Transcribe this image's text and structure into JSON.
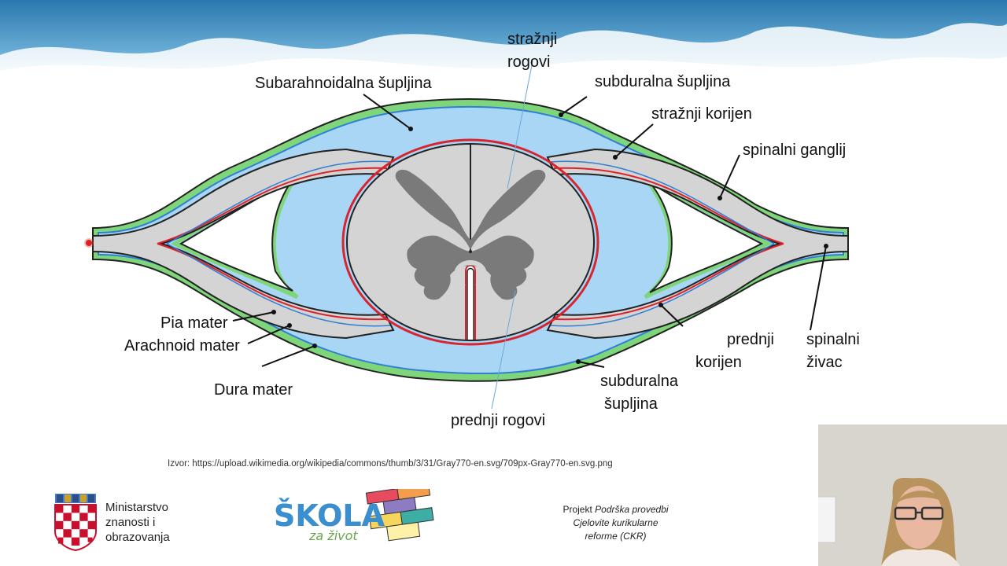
{
  "labels": {
    "straznji_rogovi": [
      "stražnji",
      "rogovi"
    ],
    "subarahnoidalna": "Subarahnoidalna šupljina",
    "subduralna_top": "subduralna šupljina",
    "straznji_korijen": "stražnji korijen",
    "spinalni_ganglij": "spinalni ganglij",
    "pia_mater": "Pia mater",
    "arachnoid_mater": "Arachnoid mater",
    "dura_mater": "Dura mater",
    "prednji_korijen": [
      "prednji",
      "korijen"
    ],
    "spinalni_zivac": [
      "spinalni",
      "živac"
    ],
    "subduralna_bottom": [
      "subduralna",
      "šupljina"
    ],
    "prednji_rogovi": "prednji rogovi"
  },
  "source": "Izvor: https://upload.wikimedia.org/wikipedia/commons/thumb/3/31/Gray770-en.svg/709px-Gray770-en.svg.png",
  "footer": {
    "ministry": [
      "Ministarstvo",
      "znanosti i",
      "obrazovanja"
    ],
    "skola_word": "ŠKOLA",
    "skola_sub": "za život",
    "projekt_prefix": "Projekt ",
    "projekt_italic_1": "Podrška provedbi",
    "projekt_italic_2": "Cjelovite kurikularne",
    "projekt_italic_3": "reforme (CKR)"
  },
  "colors": {
    "banner_blue": "#3a86b8",
    "subarachnoid_fill": "#a9d6f5",
    "dura_green": "#7fd67a",
    "pia_red": "#d9232d",
    "arachnoid_blue": "#2f7fd6",
    "cord_gray": "#d4d4d4",
    "grey_matter": "#7a7a7a"
  }
}
